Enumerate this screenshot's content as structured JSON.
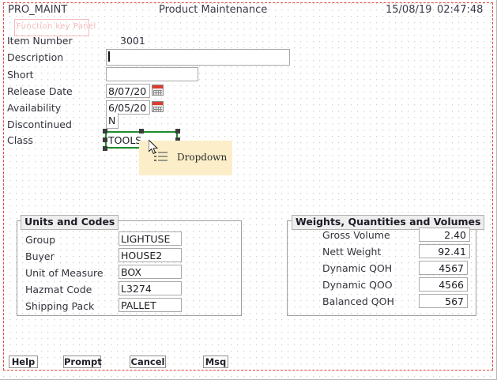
{
  "header": {
    "program": "PRO_MAINT",
    "title": "Product Maintenance",
    "date": "15/08/19",
    "time": "02:47:48"
  },
  "watermark": {
    "label": "Function key Panel"
  },
  "form": {
    "item_number": {
      "label": "Item Number",
      "value": "3001"
    },
    "description": {
      "label": "Description",
      "value": "",
      "placeholder": ""
    },
    "short": {
      "label": "Short",
      "value": "",
      "placeholder": ""
    },
    "release_date": {
      "label": "Release Date",
      "value": "8/07/20",
      "icon": "calendar-icon"
    },
    "availability": {
      "label": "Availability",
      "value": "6/05/20",
      "icon": "calendar-icon"
    },
    "discontinued": {
      "label": "Discontinued",
      "value": "N"
    },
    "class": {
      "label": "Class",
      "value": "TOOLS"
    }
  },
  "tooltip": {
    "label": "Dropdown",
    "icon": "list-dropdown-icon",
    "background": "#fbeec8"
  },
  "selection": {
    "color": "#1f8b2d",
    "handle_color": "#3c3c3c"
  },
  "units_panel": {
    "title": "Units and Codes",
    "rows": [
      {
        "label": "Group",
        "value": "LIGHTUSE"
      },
      {
        "label": "Buyer",
        "value": "HOUSE2"
      },
      {
        "label": "Unit of Measure",
        "value": "BOX"
      },
      {
        "label": "Hazmat Code",
        "value": "L3274"
      },
      {
        "label": "Shipping Pack",
        "value": "PALLET"
      }
    ]
  },
  "weights_panel": {
    "title": "Weights, Quantities and Volumes",
    "rows": [
      {
        "label": "Gross Volume",
        "value": "2.40"
      },
      {
        "label": "Nett Weight",
        "value": "92.41"
      },
      {
        "label": "Dynamic QOH",
        "value": "4567"
      },
      {
        "label": "Dynamic QOO",
        "value": "4566"
      },
      {
        "label": "Balanced QOH",
        "value": "567"
      }
    ]
  },
  "buttons": [
    {
      "label": "Help"
    },
    {
      "label": "Prompt"
    },
    {
      "label": "Cancel"
    },
    {
      "label": "Msq"
    }
  ],
  "colors": {
    "form_boundary": "#e8423f",
    "watermark": "#f4b9b9",
    "calendar_accent": "#e03b2f"
  }
}
